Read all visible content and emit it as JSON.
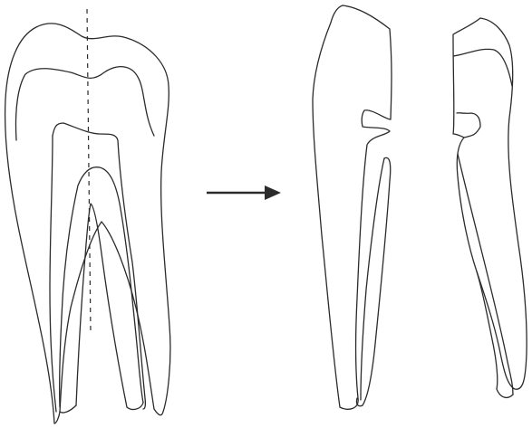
{
  "figure": {
    "panels": [
      {
        "role": "whole-tooth",
        "description_label": ""
      },
      {
        "role": "sectioned-tooth-halves",
        "description_label": ""
      }
    ],
    "colors": {
      "line": "#2b2b2b",
      "arrow": "#2b2b2b",
      "background": "#ffffff"
    },
    "icons": [
      "section-line",
      "right-arrow-icon"
    ]
  }
}
